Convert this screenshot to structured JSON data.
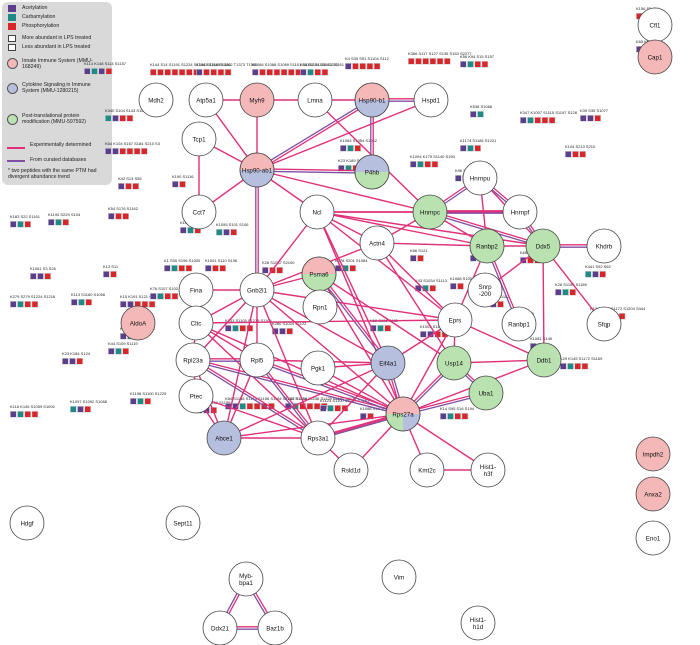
{
  "legend": {
    "acetylation": "Acetylation",
    "carbamylation": "Carbamylation",
    "phosphorylation": "Phosphorylation",
    "more_abundant": "More abundant in LPS treated",
    "less_abundant": "Less abundant in LPS treated",
    "innate": "Innate Immune System (MMU-168249)",
    "cytokine": "Cytokine Signaling in Immune System (MMU-1280215)",
    "ptm": "Post-translational protein modification (MMU-597592)",
    "experimental": "Experimentally determined",
    "curated": "From curated databases",
    "footnote": "* two peptides with the same PTM had divergent abundance trend"
  },
  "colors": {
    "acetylation": "#5b3f8c",
    "carbamylation": "#1f8a86",
    "phosphorylation": "#d9262b",
    "innate": "#f4b8b8",
    "cytokine": "#b7bfdf",
    "ptm": "#b9e2b0",
    "exp_edge": "#e0307a",
    "cur_edge": "#7e4fa2"
  },
  "nodes": [
    {
      "id": "Cfl1",
      "label": "Cfl1",
      "cat": "none"
    },
    {
      "id": "Cap1",
      "label": "Cap1",
      "cat": "innate"
    },
    {
      "id": "Mdh2",
      "label": "Mdh2",
      "cat": "none"
    },
    {
      "id": "Atp5a1",
      "label": "Atp5a1",
      "cat": "none"
    },
    {
      "id": "Myh9",
      "label": "Myh9",
      "cat": "innate"
    },
    {
      "id": "Lmna",
      "label": "Lmna",
      "cat": "none"
    },
    {
      "id": "Hsp90b1",
      "label": "Hsp90-b1",
      "cat": "innate_cytokine"
    },
    {
      "id": "Hspd1",
      "label": "Hspd1",
      "cat": "none"
    },
    {
      "id": "Tcp1",
      "label": "Tcp1",
      "cat": "none"
    },
    {
      "id": "Hsp90ab1",
      "label": "Hsp90-ab1",
      "cat": "innate_cytokine"
    },
    {
      "id": "P4hb",
      "label": "P4hb",
      "cat": "cyto_ptm"
    },
    {
      "id": "Cct7",
      "label": "Cct7",
      "cat": "none"
    },
    {
      "id": "Hnrnpu",
      "label": "Hnrnpu",
      "cat": "none"
    },
    {
      "id": "Hnrnpc",
      "label": "Hnrnpc",
      "cat": "ptm"
    },
    {
      "id": "Hnrnpf",
      "label": "Hnrnpf",
      "cat": "none"
    },
    {
      "id": "Ncl",
      "label": "Ncl",
      "cat": "none"
    },
    {
      "id": "Actn4",
      "label": "Actn4",
      "cat": "none"
    },
    {
      "id": "Ranbp2",
      "label": "Ranbp2",
      "cat": "ptm"
    },
    {
      "id": "Ddx5",
      "label": "Ddx5",
      "cat": "ptm"
    },
    {
      "id": "Khdrb",
      "label": "Khdrb",
      "cat": "none"
    },
    {
      "id": "Fina",
      "label": "Fina",
      "cat": "none"
    },
    {
      "id": "Gnb2l1",
      "label": "Gnb2l1",
      "cat": "none"
    },
    {
      "id": "Psma6",
      "label": "Psma6",
      "cat": "innate_ptm"
    },
    {
      "id": "Snrp200",
      "label": "Snrp -200",
      "cat": "none"
    },
    {
      "id": "AldoA",
      "label": "AldoA",
      "cat": "innate"
    },
    {
      "id": "Cltc",
      "label": "Cltc",
      "cat": "none"
    },
    {
      "id": "Rpn1",
      "label": "Rpn1",
      "cat": "none"
    },
    {
      "id": "Eprs",
      "label": "Eprs",
      "cat": "none"
    },
    {
      "id": "Ranbp1",
      "label": "Ranbp1",
      "cat": "none"
    },
    {
      "id": "Sfqp",
      "label": "Sfqp",
      "cat": "none"
    },
    {
      "id": "Rpl23a",
      "label": "Rpl23a",
      "cat": "none"
    },
    {
      "id": "Rpl5",
      "label": "Rpl5",
      "cat": "none"
    },
    {
      "id": "Pgk1",
      "label": "Pgk1",
      "cat": "none"
    },
    {
      "id": "Eif4a1",
      "label": "Eif4a1",
      "cat": "cytokine"
    },
    {
      "id": "Usp14",
      "label": "Usp14",
      "cat": "ptm"
    },
    {
      "id": "Ddb1",
      "label": "Ddb1",
      "cat": "ptm"
    },
    {
      "id": "Ptec",
      "label": "Ptec",
      "cat": "none"
    },
    {
      "id": "Uba1",
      "label": "Uba1",
      "cat": "ptm"
    },
    {
      "id": "Rps27a",
      "label": "Rps27a",
      "cat": "all3"
    },
    {
      "id": "Abce1",
      "label": "Abce1",
      "cat": "cytokine"
    },
    {
      "id": "Rps3a1",
      "label": "Rps3a1",
      "cat": "none"
    },
    {
      "id": "Rsld1d",
      "label": "Rsld1d",
      "cat": "none"
    },
    {
      "id": "Kmt2c",
      "label": "Kmt2c",
      "cat": "none"
    },
    {
      "id": "Hist1h3f",
      "label": "Hist1- h3f",
      "cat": "none"
    },
    {
      "id": "Impdh2",
      "label": "Impdh2",
      "cat": "innate"
    },
    {
      "id": "Anxa2",
      "label": "Anxa2",
      "cat": "innate"
    },
    {
      "id": "Hdgf",
      "label": "Hdgf",
      "cat": "none"
    },
    {
      "id": "Sept11",
      "label": "Sept11",
      "cat": "none"
    },
    {
      "id": "Eno1",
      "label": "Eno1",
      "cat": "none"
    },
    {
      "id": "Mybbpa1",
      "label": "Myb- bpa1",
      "cat": "none"
    },
    {
      "id": "Vim",
      "label": "Vim",
      "cat": "none"
    },
    {
      "id": "Ddx21",
      "label": "Ddx21",
      "cat": "none"
    },
    {
      "id": "Baz1b",
      "label": "Baz1b",
      "cat": "none"
    },
    {
      "id": "Hist1h1d",
      "label": "Hist1- h1d",
      "cat": "none"
    }
  ],
  "edges": [
    [
      "Cfl1",
      "Cap1",
      "both"
    ],
    [
      "Ddx21",
      "Baz1b",
      "both"
    ],
    [
      "Mybbpa1",
      "Ddx21",
      "both"
    ],
    [
      "Mybbpa1",
      "Baz1b",
      "both"
    ],
    [
      "Myh9",
      "Atp5a1",
      "exp"
    ],
    [
      "Myh9",
      "Lmna",
      "exp"
    ],
    [
      "Myh9",
      "Hsp90ab1",
      "exp"
    ],
    [
      "Hsp90b1",
      "Hspd1",
      "both"
    ],
    [
      "Hsp90b1",
      "P4hb",
      "both"
    ],
    [
      "Hsp90b1",
      "Hsp90ab1",
      "both"
    ],
    [
      "Hsp90b1",
      "Lmna",
      "exp"
    ],
    [
      "Hsp90ab1",
      "Atp5a1",
      "exp"
    ],
    [
      "Hsp90ab1",
      "Tcp1",
      "exp"
    ],
    [
      "Hsp90ab1",
      "Cct7",
      "exp"
    ],
    [
      "Hsp90ab1",
      "Hspd1",
      "exp"
    ],
    [
      "Hsp90ab1",
      "P4hb",
      "both"
    ],
    [
      "Hsp90ab1",
      "Gnb2l1",
      "both"
    ],
    [
      "Hsp90ab1",
      "Hnrnpc",
      "exp"
    ],
    [
      "Hsp90ab1",
      "Ncl",
      "exp"
    ],
    [
      "Tcp1",
      "Cct7",
      "exp"
    ],
    [
      "Lmna",
      "Hnrnpc",
      "exp"
    ],
    [
      "Ncl",
      "Hnrnpc",
      "exp"
    ],
    [
      "Ncl",
      "Hnrnpf",
      "exp"
    ],
    [
      "Ncl",
      "Ddx5",
      "exp"
    ],
    [
      "Ncl",
      "Gnb2l1",
      "exp"
    ],
    [
      "Ncl",
      "Actn4",
      "exp"
    ],
    [
      "Ncl",
      "Ranbp2",
      "exp"
    ],
    [
      "Ncl",
      "Eprs",
      "exp"
    ],
    [
      "Ncl",
      "Rps27a",
      "exp"
    ],
    [
      "Ncl",
      "Eif4a1",
      "exp"
    ],
    [
      "Hnrnpc",
      "Hnrnpu",
      "both"
    ],
    [
      "Hnrnpc",
      "Hnrnpf",
      "both"
    ],
    [
      "Hnrnpc",
      "Ddx5",
      "both"
    ],
    [
      "Hnrnpc",
      "Ranbp2",
      "exp"
    ],
    [
      "Hnrnpc",
      "Actn4",
      "exp"
    ],
    [
      "Hnrnpu",
      "Hnrnpf",
      "both"
    ],
    [
      "Hnrnpu",
      "Ddx5",
      "exp"
    ],
    [
      "Hnrnpu",
      "Ranbp2",
      "exp"
    ],
    [
      "Hnrnpf",
      "Ddx5",
      "both"
    ],
    [
      "Ddx5",
      "Khdrb",
      "both"
    ],
    [
      "Ddx5",
      "Ranbp2",
      "exp"
    ],
    [
      "Ddx5",
      "Snrp200",
      "exp"
    ],
    [
      "Ddx5",
      "Sfqp",
      "exp"
    ],
    [
      "Ddx5",
      "Ddb1",
      "exp"
    ],
    [
      "Ranbp2",
      "Ranbp1",
      "both"
    ],
    [
      "Ranbp2",
      "Eprs",
      "exp"
    ],
    [
      "Ranbp2",
      "Actn4",
      "exp"
    ],
    [
      "Actn4",
      "Gnb2l1",
      "exp"
    ],
    [
      "Actn4",
      "Eprs",
      "exp"
    ],
    [
      "Actn4",
      "Usp14",
      "exp"
    ],
    [
      "Gnb2l1",
      "Fina",
      "exp"
    ],
    [
      "Gnb2l1",
      "Psma6",
      "exp"
    ],
    [
      "Gnb2l1",
      "Cltc",
      "exp"
    ],
    [
      "Gnb2l1",
      "Rpl5",
      "exp"
    ],
    [
      "Gnb2l1",
      "Rps3a1",
      "exp"
    ],
    [
      "Gnb2l1",
      "Rps27a",
      "exp"
    ],
    [
      "Gnb2l1",
      "Eif4a1",
      "exp"
    ],
    [
      "Gnb2l1",
      "Rpl23a",
      "exp"
    ],
    [
      "Gnb2l1",
      "Abce1",
      "exp"
    ],
    [
      "Gnb2l1",
      "Eprs",
      "exp"
    ],
    [
      "Psma6",
      "Rpn1",
      "exp"
    ],
    [
      "Psma6",
      "Rps27a",
      "exp"
    ],
    [
      "Psma6",
      "Eif4a1",
      "both"
    ],
    [
      "Psma6",
      "Usp14",
      "exp"
    ],
    [
      "Cltc",
      "Rpl23a",
      "exp"
    ],
    [
      "Cltc",
      "Rpl5",
      "exp"
    ],
    [
      "Cltc",
      "Rps27a",
      "exp"
    ],
    [
      "Cltc",
      "Rps3a1",
      "exp"
    ],
    [
      "Cltc",
      "Eprs",
      "exp"
    ],
    [
      "Rpl23a",
      "Rpl5",
      "both"
    ],
    [
      "Rpl23a",
      "Rps3a1",
      "both"
    ],
    [
      "Rpl23a",
      "Rps27a",
      "both"
    ],
    [
      "Rpl23a",
      "Abce1",
      "exp"
    ],
    [
      "Rpl23a",
      "Ptec",
      "exp"
    ],
    [
      "Rpl5",
      "Rps3a1",
      "both"
    ],
    [
      "Rpl5",
      "Rps27a",
      "both"
    ],
    [
      "Rpl5",
      "Abce1",
      "exp"
    ],
    [
      "Rpl5",
      "Eif4a1",
      "exp"
    ],
    [
      "Rps3a1",
      "Rps27a",
      "both"
    ],
    [
      "Rps3a1",
      "Abce1",
      "exp"
    ],
    [
      "Rps3a1",
      "Eif4a1",
      "exp"
    ],
    [
      "Rps3a1",
      "Rsld1d",
      "exp"
    ],
    [
      "Rps3a1",
      "Ptec",
      "exp"
    ],
    [
      "Rps27a",
      "Eif4a1",
      "both"
    ],
    [
      "Rps27a",
      "Usp14",
      "both"
    ],
    [
      "Rps27a",
      "Uba1",
      "both"
    ],
    [
      "Rps27a",
      "Ddb1",
      "exp"
    ],
    [
      "Rps27a",
      "Kmt2c",
      "exp"
    ],
    [
      "Rps27a",
      "Hist1h3f",
      "exp"
    ],
    [
      "Rps27a",
      "Abce1",
      "exp"
    ],
    [
      "Rps27a",
      "Rsld1d",
      "exp"
    ],
    [
      "Rps27a",
      "Eprs",
      "exp"
    ],
    [
      "Rps27a",
      "Pgk1",
      "exp"
    ],
    [
      "Eif4a1",
      "Eprs",
      "exp"
    ],
    [
      "Eif4a1",
      "Abce1",
      "exp"
    ],
    [
      "Eif4a1",
      "Pgk1",
      "exp"
    ],
    [
      "Eprs",
      "Usp14",
      "exp"
    ],
    [
      "Eprs",
      "Ddb1",
      "exp"
    ],
    [
      "Usp14",
      "Uba1",
      "both"
    ],
    [
      "Ddb1",
      "Usp14",
      "exp"
    ],
    [
      "Kmt2c",
      "Hist1h3f",
      "exp"
    ],
    [
      "Abce1",
      "Ptec",
      "exp"
    ],
    [
      "Rps3a1",
      "Rps27a",
      "exp"
    ]
  ],
  "ptm_labels": [
    {
      "label": "K156 S3 S24",
      "block": "P A P"
    },
    {
      "label": "K65 K56 S54",
      "block": "A P P"
    },
    {
      "label": "K114 K148 S114 S1157",
      "block": "A T A P"
    },
    {
      "label": "K144 S14 S1191 S1234 S1314 S1358 S1380",
      "block": "P P P P P P P"
    },
    {
      "label": "K1063 S1145 S1262 T1373 T1559",
      "block": "A P P P P"
    },
    {
      "label": "K1066 S1088 S1089 S1101 S1132 S1135 S1192",
      "block": "A P P P P P P"
    },
    {
      "label": "K48 S1134 S1162 T1161",
      "block": "A T P P"
    },
    {
      "label": "K4 S35 S91 S1104 S112",
      "block": "A P P P P"
    },
    {
      "label": "K366 S117 S127 S135 S153 S2277",
      "block": "P P P P P P"
    },
    {
      "label": "K56 K94 S15 S157",
      "block": "A T P P"
    },
    {
      "label": "K538 S1068",
      "block": "A T"
    },
    {
      "label": "K347 K1007 S1115 S1197 S128",
      "block": "A T P P P"
    },
    {
      "label": "K340 S104 S143 S154",
      "block": "T A P P"
    },
    {
      "label": "K39 S35 S1077",
      "block": "A A P"
    },
    {
      "label": "K1174 S1184 S1221",
      "block": "A T P"
    },
    {
      "label": "K64 K104 S167 S184 S210 S3",
      "block": "A A P P P P"
    },
    {
      "label": "K104 S210 S210",
      "block": "A P P"
    },
    {
      "label": "K1064 S1054 S1062",
      "block": "A T P"
    },
    {
      "label": "K23 K189 S2012 T1162",
      "block": "A T P P"
    },
    {
      "label": "K1094 K179 S1140 S150",
      "block": "A T P P"
    },
    {
      "label": "K96 S110 S1116",
      "block": "A P P"
    },
    {
      "label": "K42 S13 S55",
      "block": "A P P"
    },
    {
      "label": "K190 S1116",
      "block": "A P"
    },
    {
      "label": "K183 S22 S1161",
      "block": "A T P"
    },
    {
      "label": "K1194 S229 S104",
      "block": "A T P"
    },
    {
      "label": "K54 S176 S1162",
      "block": "A P P"
    },
    {
      "label": "K102 S102 S192",
      "block": "A T P"
    },
    {
      "label": "K1055 S101 S106",
      "block": "T A P"
    },
    {
      "label": "K66 S121",
      "block": "A P"
    },
    {
      "label": "K29 S1135",
      "block": "A T"
    },
    {
      "label": "K65 S120 S160",
      "block": "A P P"
    },
    {
      "label": "K441 S92 S62",
      "block": "T A P"
    },
    {
      "label": "K1061 S3 S26",
      "block": "A A P"
    },
    {
      "label": "K13 S11",
      "block": "A P"
    },
    {
      "label": "K1 S30 S196 S1000",
      "block": "A T P P"
    },
    {
      "label": "K1001 S110 S196",
      "block": "A P P"
    },
    {
      "label": "K28 S1087 S2100",
      "block": "A P P"
    },
    {
      "label": "K278 S201 S1084",
      "block": "A T P"
    },
    {
      "label": "K26 S1196 S1189",
      "block": "A T P"
    },
    {
      "label": "K134 K165 S1172 S1204 S444",
      "block": "A T P P P"
    },
    {
      "label": "K279 S279 S1224 S1216",
      "block": "A T P P"
    },
    {
      "label": "K113 S1160 S1056",
      "block": "A T P"
    },
    {
      "label": "K15 K191 S121 S131 S1163",
      "block": "A A P P P"
    },
    {
      "label": "K76 S107 S102 S105",
      "block": "A T P P"
    },
    {
      "label": "K133 S1105 S1219 S1164",
      "block": "A T P P"
    },
    {
      "label": "K280 S1024 S1122",
      "block": "A A P"
    },
    {
      "label": "K43 S1034 S1113",
      "block": "A T P"
    },
    {
      "label": "K1068 S105",
      "block": "A P"
    },
    {
      "label": "K37 S1152",
      "block": "A P"
    },
    {
      "label": "K1028 S1196",
      "block": "T P"
    },
    {
      "label": "K68 S106 S165",
      "block": "A T P"
    },
    {
      "label": "K1005 S1161 S1135 S1142",
      "block": "A A P P"
    },
    {
      "label": "K1081 S145",
      "block": "A P"
    },
    {
      "label": "K29 K145 S1172 S1169",
      "block": "A T P P"
    },
    {
      "label": "K1089 S1037 S208",
      "block": "A T P"
    },
    {
      "label": "K23 K184 S124",
      "block": "A A P"
    },
    {
      "label": "K44 S109 S1119",
      "block": "A T P"
    },
    {
      "label": "K116 K145 S1059 S1092",
      "block": "A T P P"
    },
    {
      "label": "K1097 S1092 S1088",
      "block": "T A P"
    },
    {
      "label": "K1198 S1100 S1225",
      "block": "A T P"
    },
    {
      "label": "K1058 S100 S1189",
      "block": "A A P"
    },
    {
      "label": "K84 S1136 S1144 S1156 S1184 S1222 S1238",
      "block": "A A T P P P P"
    },
    {
      "label": "K180 S1044 S1156 S1129 S1130 S1137",
      "block": "A T P P P P"
    },
    {
      "label": "K1123 S1100 S1069 S1140",
      "block": "A T P P"
    },
    {
      "label": "K1088 S1076",
      "block": "A P"
    },
    {
      "label": "K14 S95 S16 S194",
      "block": "A T P P"
    }
  ]
}
